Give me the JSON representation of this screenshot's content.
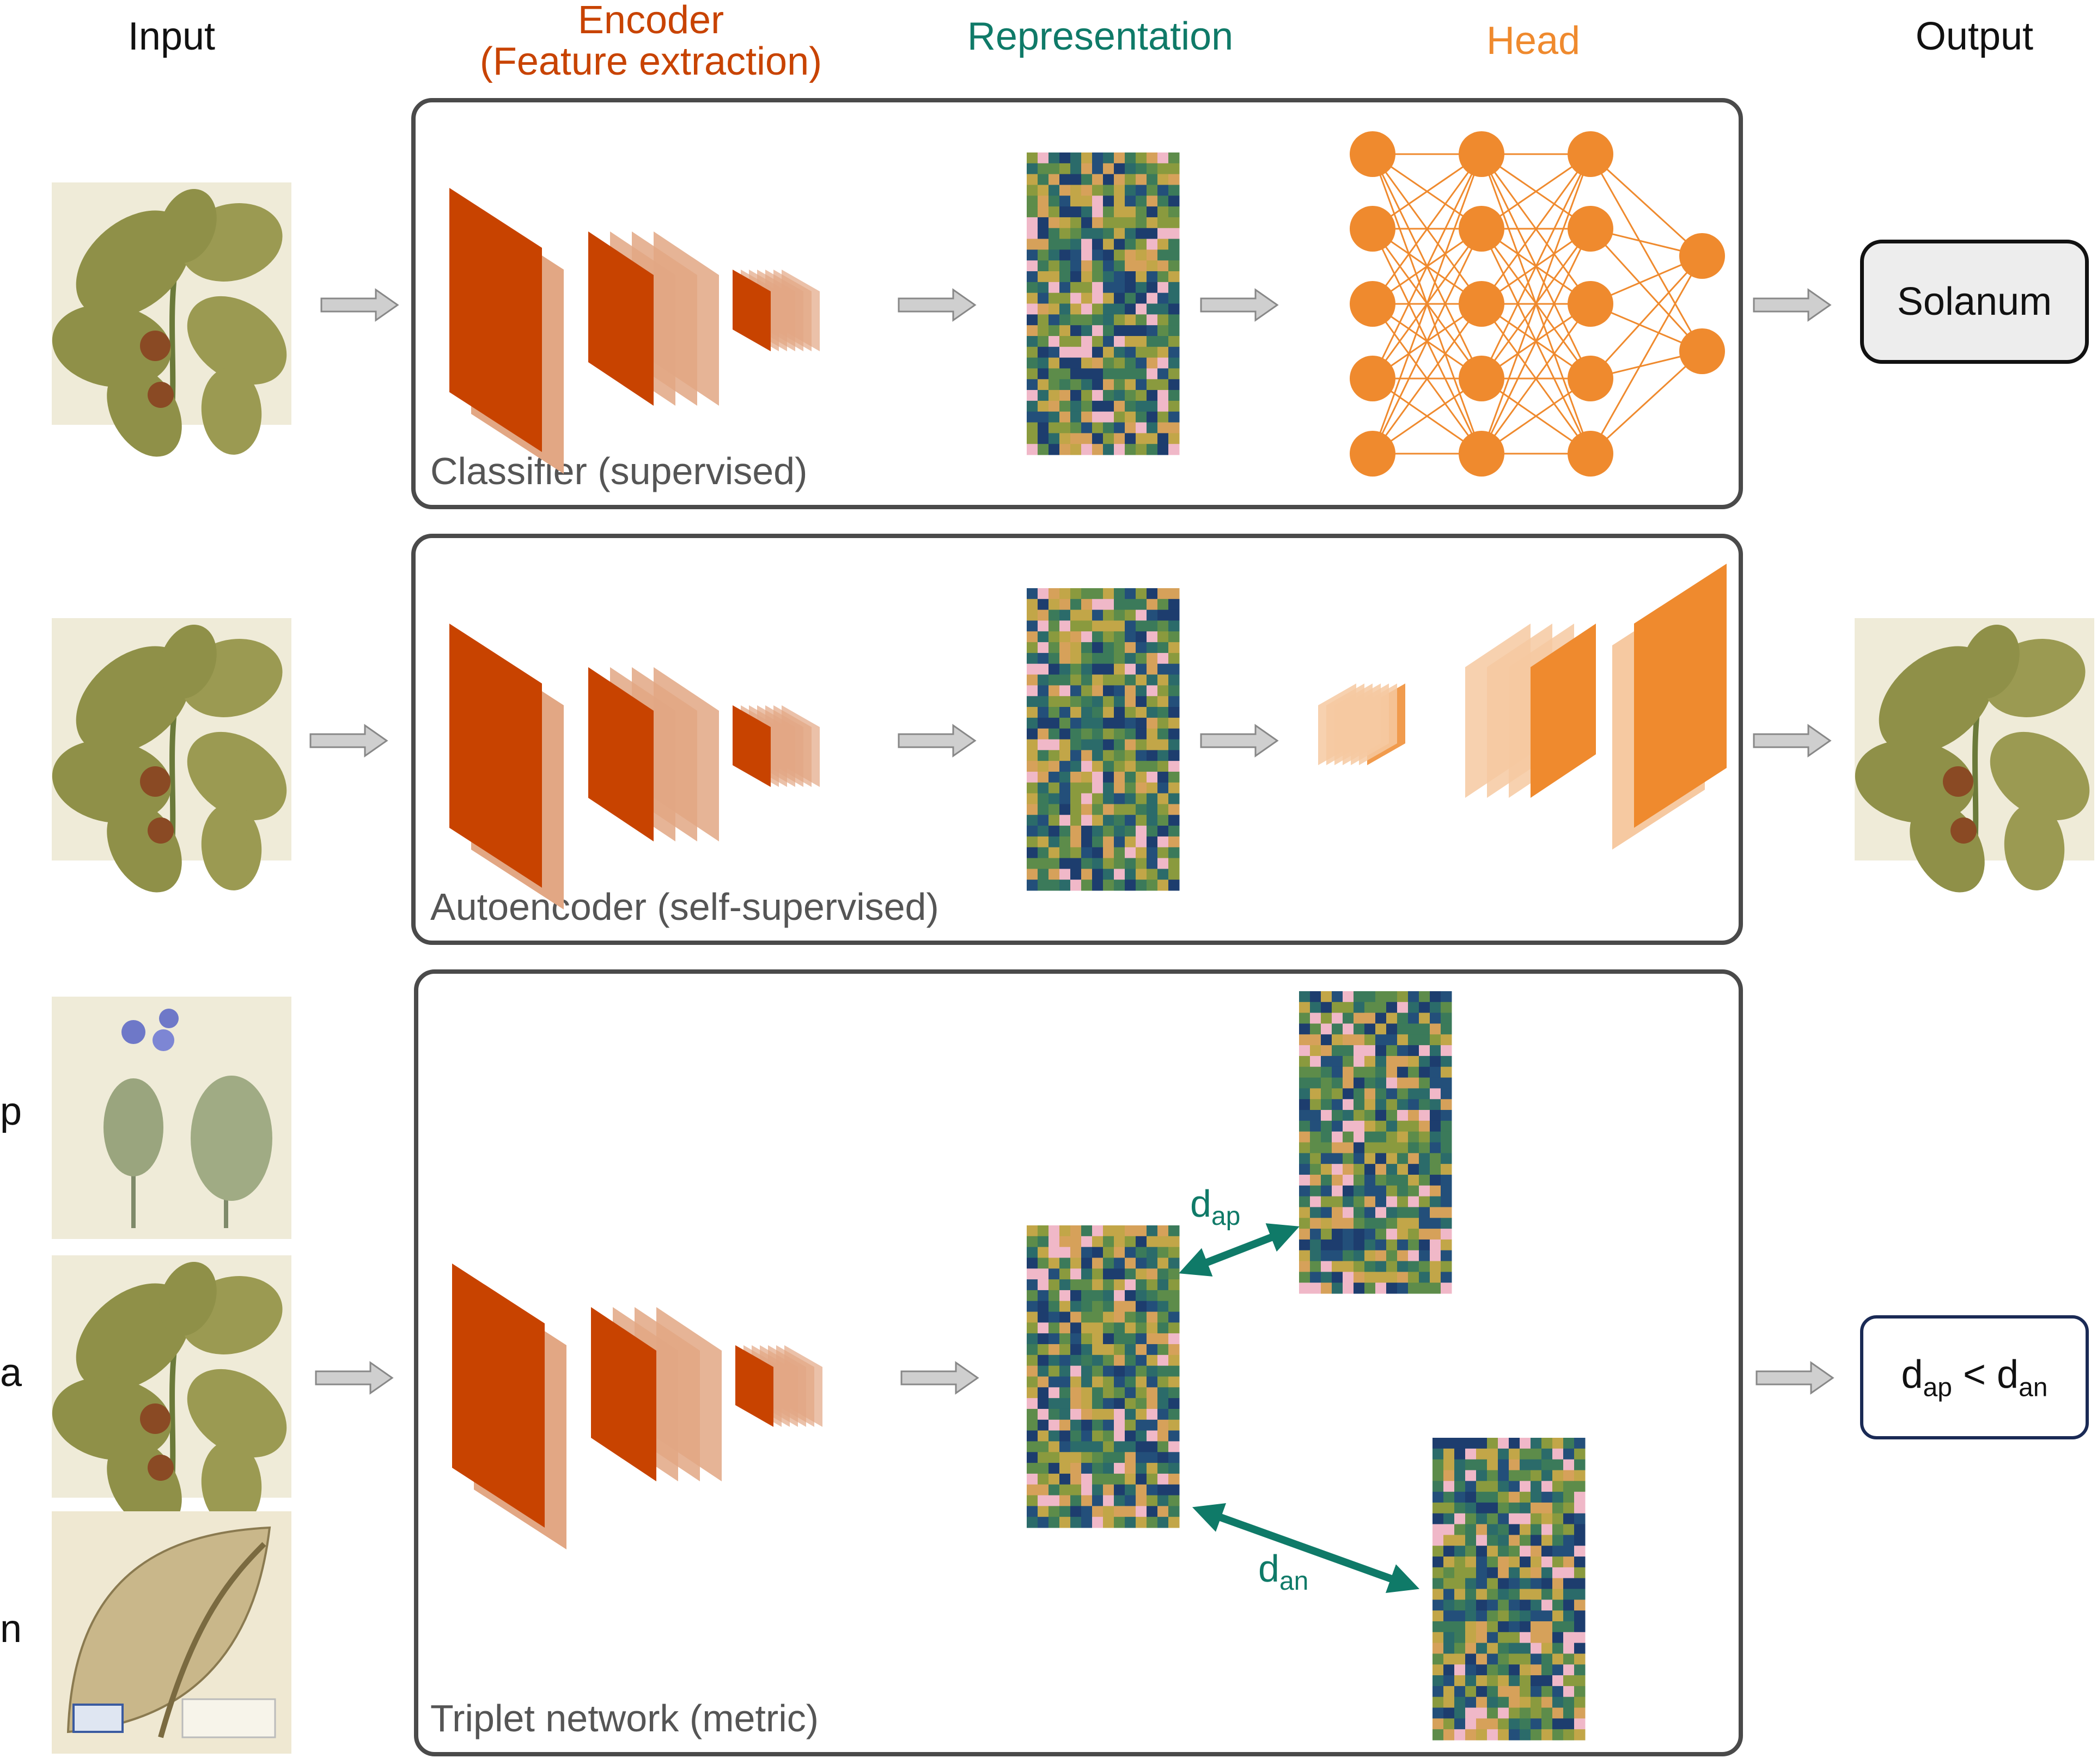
{
  "headers": {
    "input": "Input",
    "encoder_line1": "Encoder",
    "encoder_line2": "(Feature extraction)",
    "representation": "Representation",
    "head": "Head",
    "output": "Output"
  },
  "panels": {
    "classifier": "Classifier (supervised)",
    "autoencoder": "Autoencoder (self-supervised)",
    "triplet": "Triplet network (metric)"
  },
  "triplet_labels": {
    "positive": "p",
    "anchor": "a",
    "negative": "n"
  },
  "outputs": {
    "classifier": "Solanum"
  },
  "distances": {
    "d": "d",
    "ap_sub": "ap",
    "an_sub": "an",
    "less_than": " < "
  },
  "colors": {
    "encoder": "#c84300",
    "encoder_light": "#e2a784",
    "head": "#ef8a2e",
    "head_light": "#f6c9a1",
    "representation_text": "#0f7a68",
    "arrow": "#0f7a68",
    "panel_border": "#4a4a4a",
    "solanum_box_bg": "#ededed",
    "metric_box_border": "#1a2a55"
  }
}
